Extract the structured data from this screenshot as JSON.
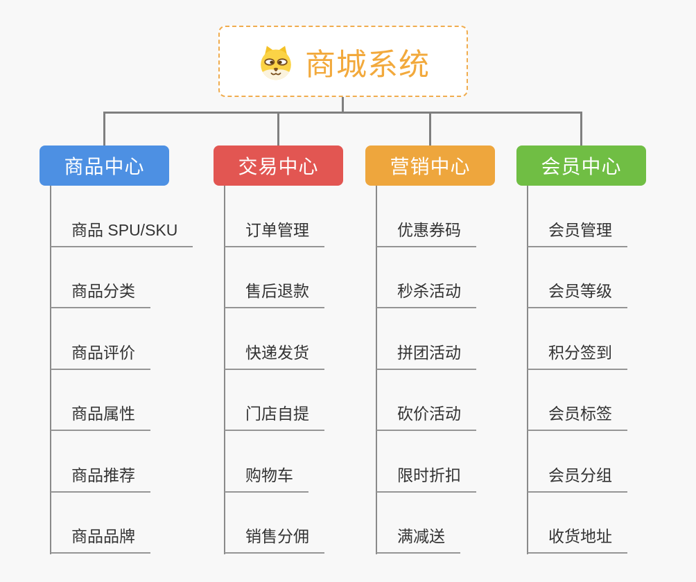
{
  "canvas": {
    "background": "#f8f8f8",
    "connector_color": "#7f7f7f",
    "underline_color": "#959595",
    "item_text_color": "#333333"
  },
  "root": {
    "title": "商城系统",
    "icon": "dog-face-icon",
    "text_color": "#f2a93c",
    "border_color": "#f0ac4e",
    "background": "#ffffff"
  },
  "branches": [
    {
      "label": "商品中心",
      "color": "#4d90e3",
      "children": [
        "商品 SPU/SKU",
        "商品分类",
        "商品评价",
        "商品属性",
        "商品推荐",
        "商品品牌"
      ]
    },
    {
      "label": "交易中心",
      "color": "#e25652",
      "children": [
        "订单管理",
        "售后退款",
        "快递发货",
        "门店自提",
        "购物车",
        "销售分佣"
      ]
    },
    {
      "label": "营销中心",
      "color": "#eea63d",
      "children": [
        "优惠券码",
        "秒杀活动",
        "拼团活动",
        "砍价活动",
        "限时折扣",
        "满减送"
      ]
    },
    {
      "label": "会员中心",
      "color": "#70be44",
      "children": [
        "会员管理",
        "会员等级",
        "积分签到",
        "会员标签",
        "会员分组",
        "收货地址"
      ]
    }
  ]
}
